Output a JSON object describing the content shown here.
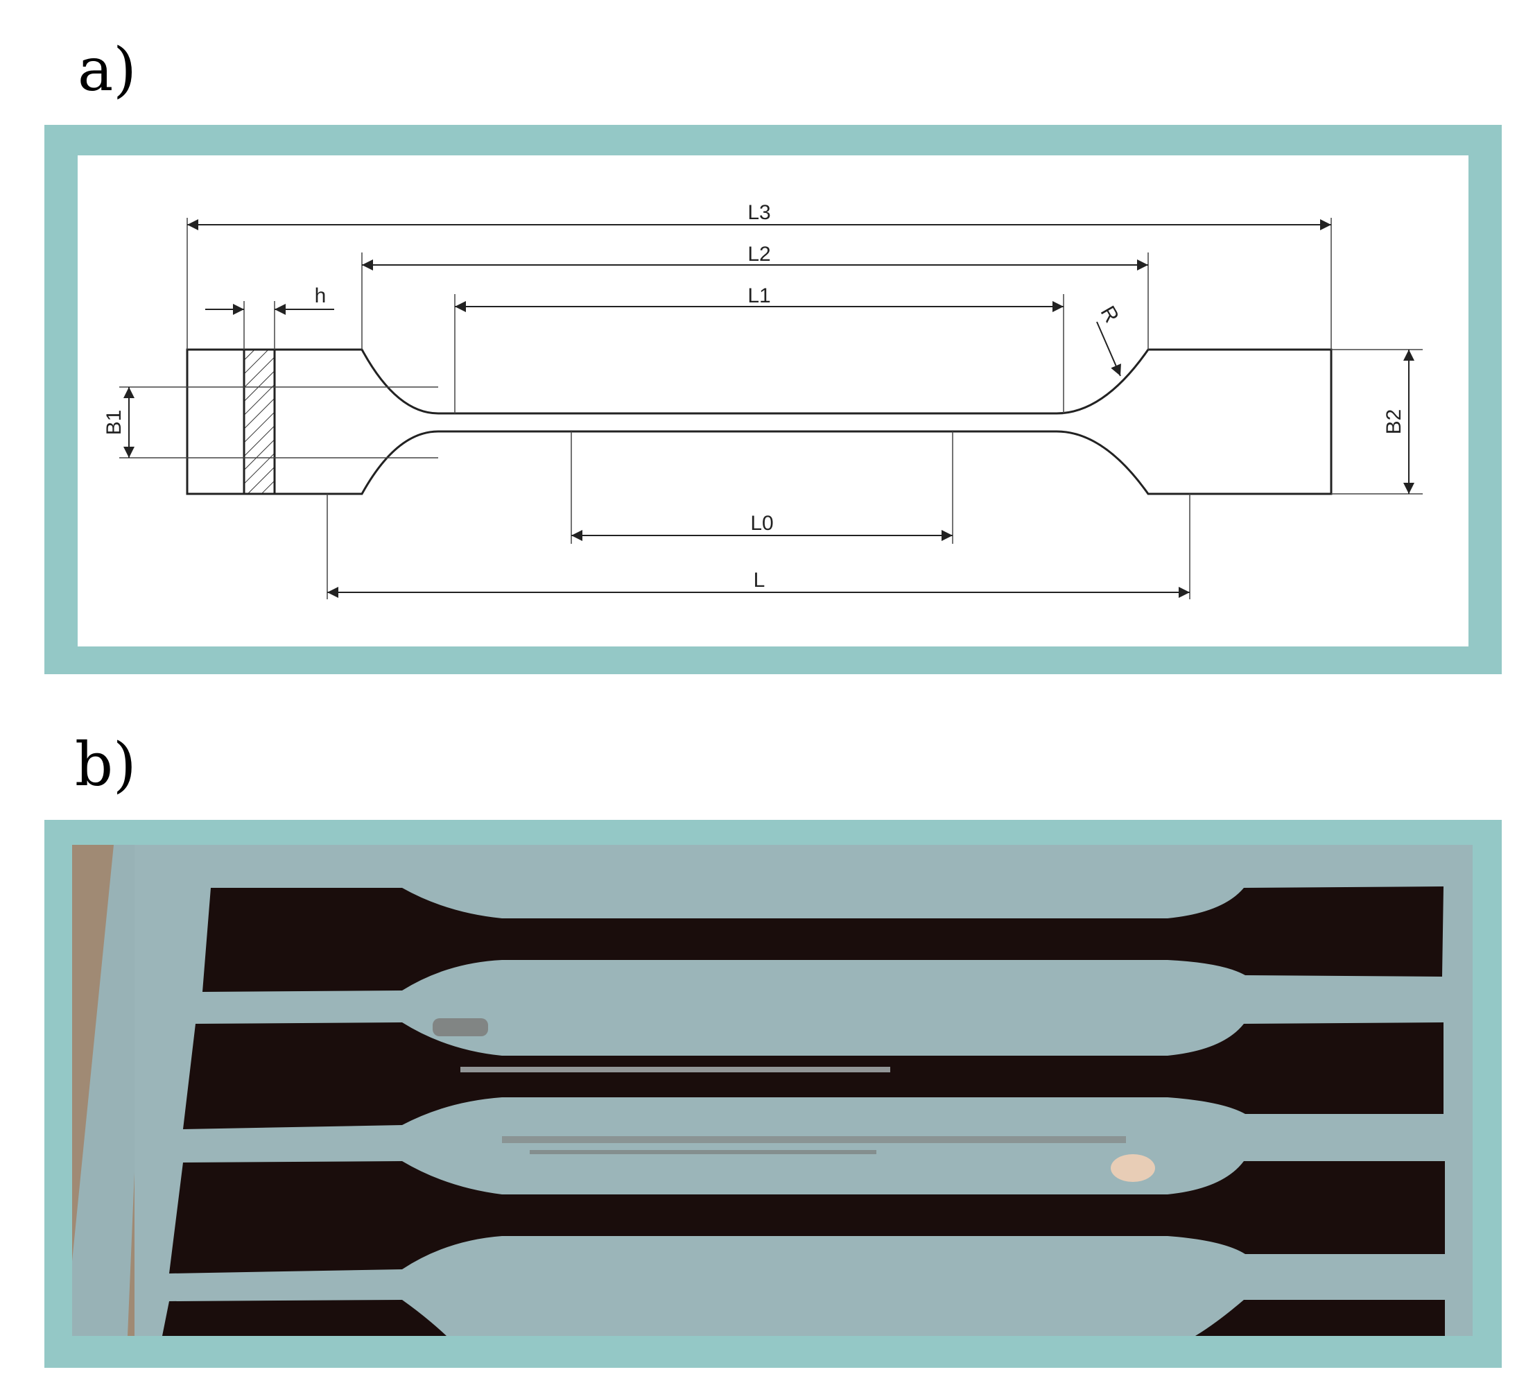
{
  "panels": {
    "a": {
      "label": "a)"
    },
    "b": {
      "label": "b)"
    }
  },
  "drawing": {
    "dimensions": {
      "L3": "L3",
      "L2": "L2",
      "L1": "L1",
      "L0": "L0",
      "L": "L",
      "h": "h",
      "R": "R",
      "B1": "B1",
      "B2": "B2"
    }
  },
  "colors": {
    "frame": "#94c8c6",
    "mold": "#98b2b6",
    "cavity": "#1a0d0c",
    "line": "#222222"
  }
}
